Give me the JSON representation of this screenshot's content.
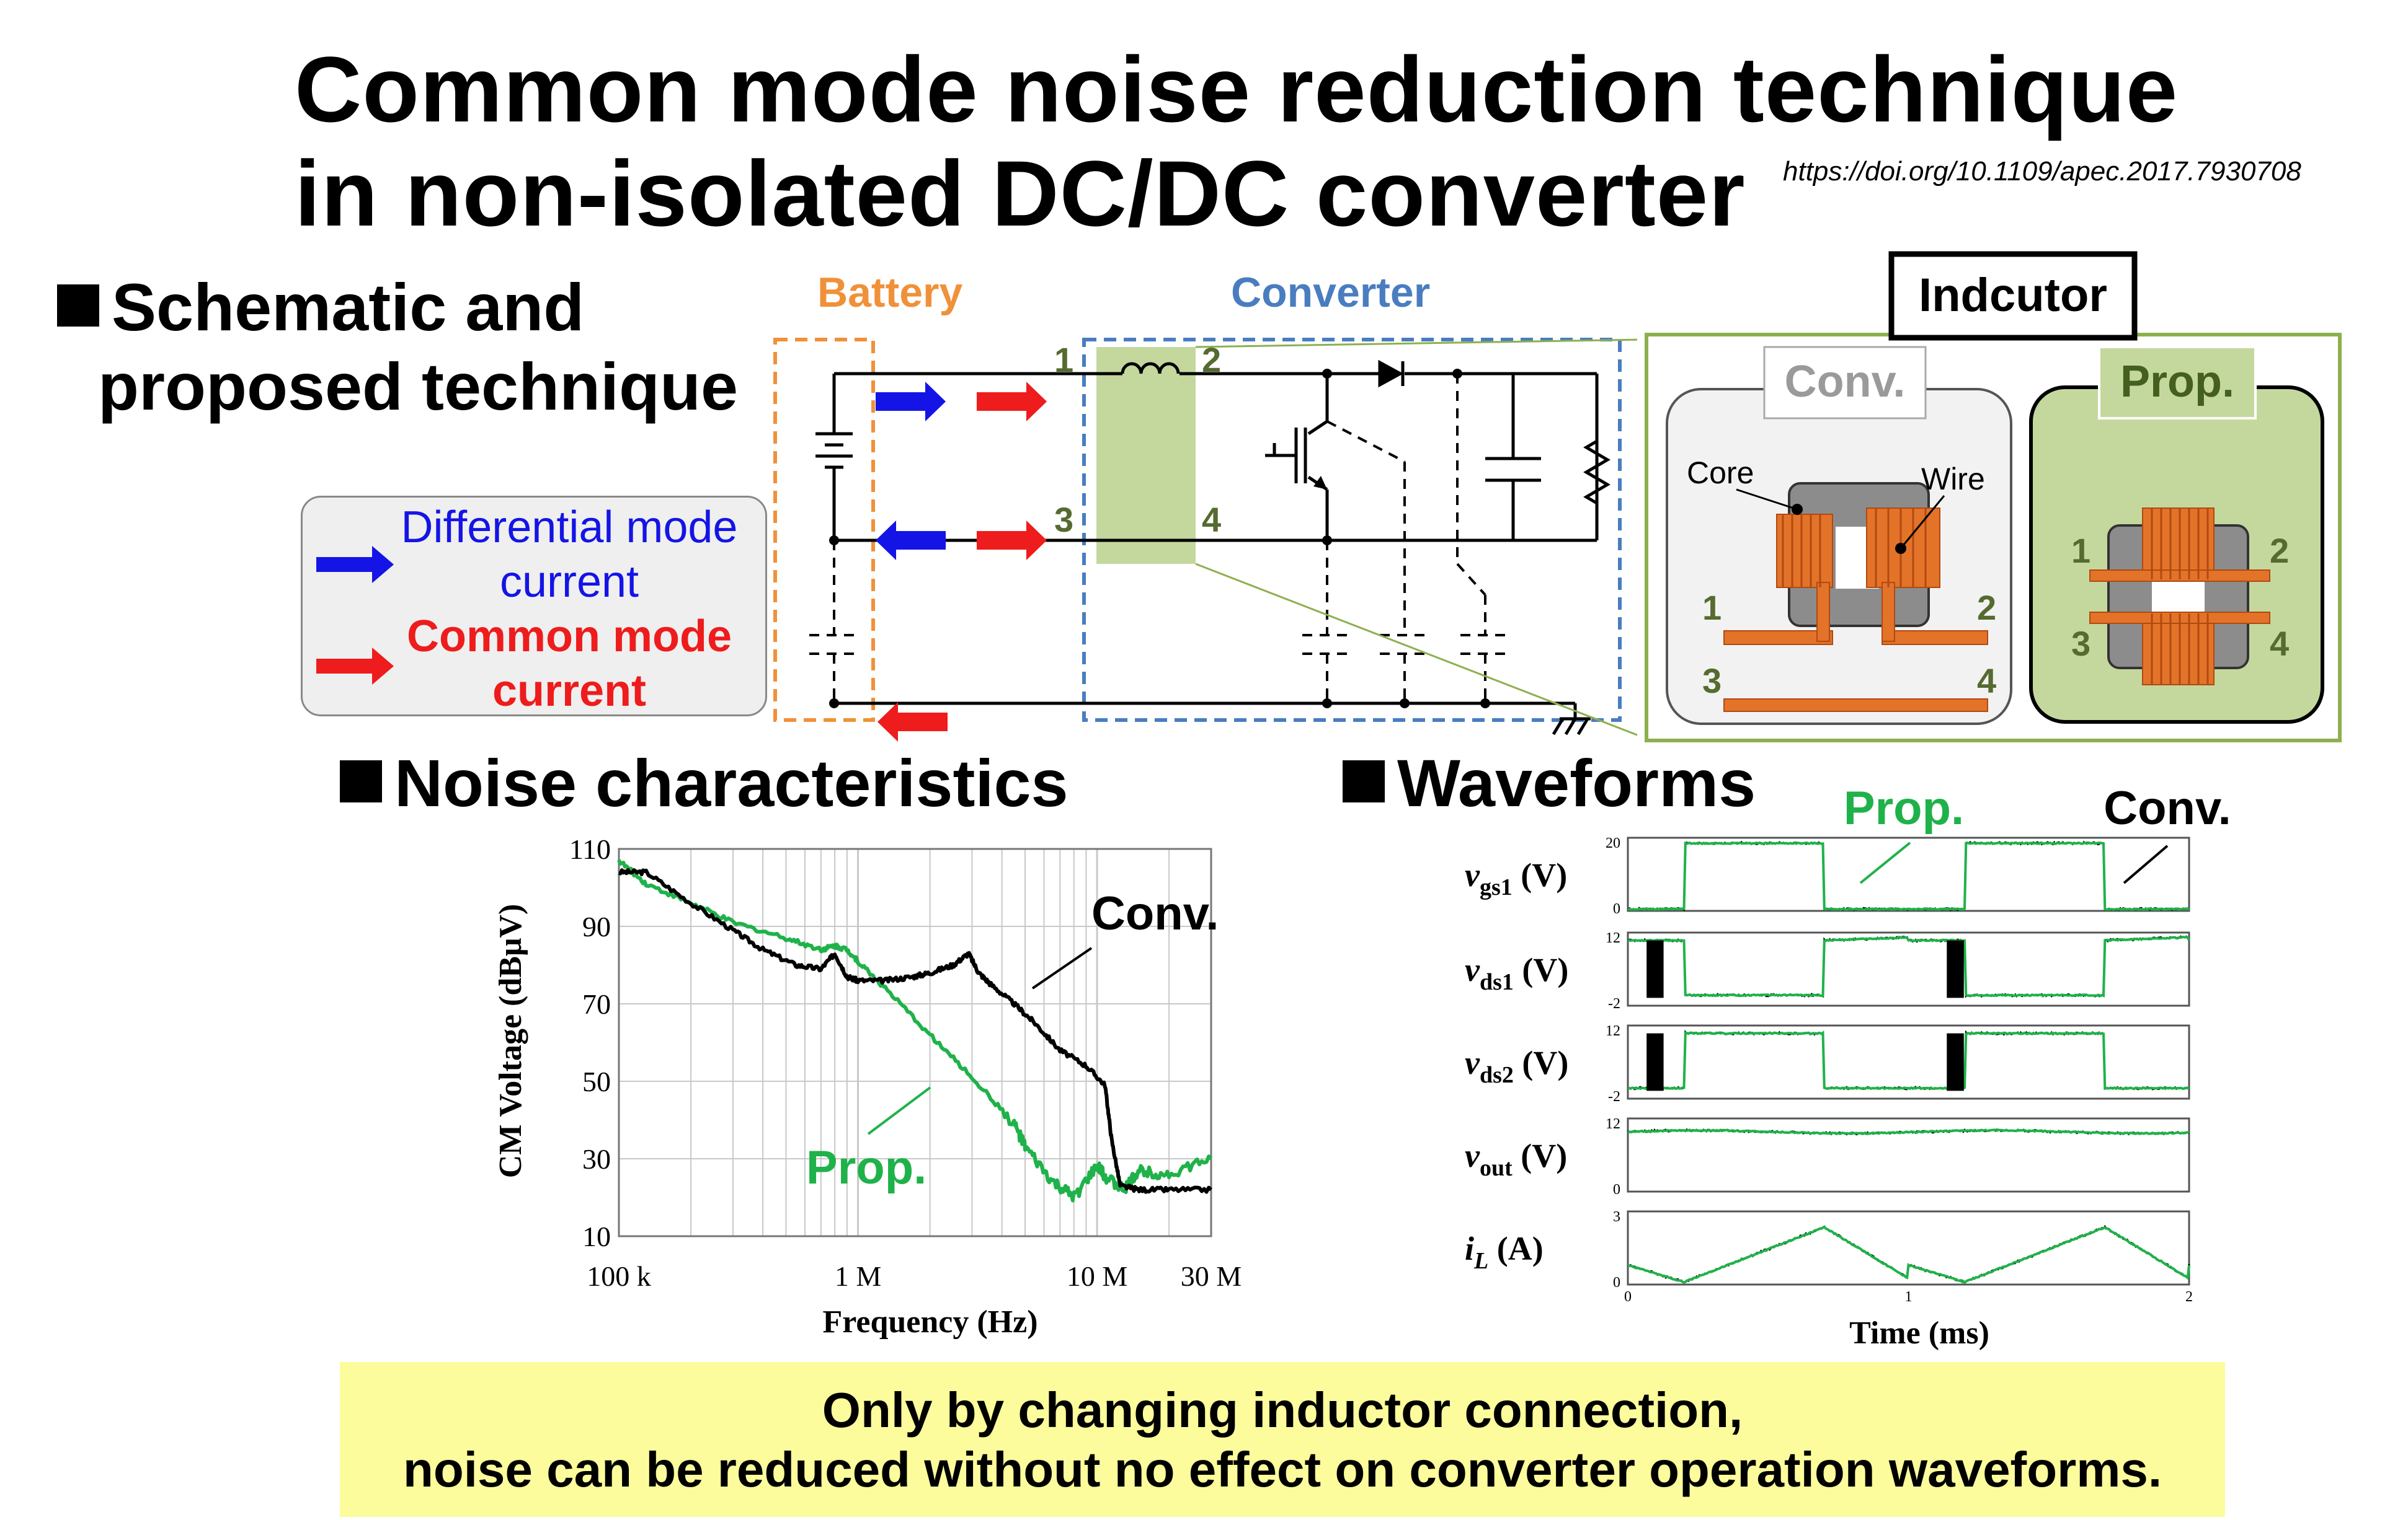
{
  "title": {
    "line1": "Common mode noise reduction technique",
    "line2": "in non-isolated DC/DC converter"
  },
  "doi": "https://doi.org/10.1109/apec.2017.7930708",
  "sections": {
    "schematic_line1": "Schematic and",
    "schematic_line2": "proposed technique",
    "noise": "Noise characteristics",
    "waveforms": "Waveforms"
  },
  "legend": {
    "dm_line1": "Differential mode",
    "dm_line2": "current",
    "cm_line1": "Common mode",
    "cm_line2": "current"
  },
  "schematic": {
    "battery_label": "Battery",
    "converter_label": "Converter",
    "terminals": [
      "1",
      "2",
      "3",
      "4"
    ]
  },
  "inductor_panel": {
    "title": "Indcutor",
    "conv_label": "Conv.",
    "prop_label": "Prop.",
    "core_label": "Core",
    "wire_label": "Wire",
    "terminals": [
      "1",
      "2",
      "3",
      "4"
    ]
  },
  "colors": {
    "blue_arrow": "#1414e6",
    "red_arrow": "#ee1c1c",
    "battery_orange": "#f0913a",
    "converter_blue": "#4a7dc0",
    "inductor_green": "#c4d89e",
    "panel_green": "#8db04e",
    "winding_orange": "#e4732a",
    "prop_curve": "#1fb24a",
    "conv_curve": "#000000",
    "terminal_olive": "#556b2f",
    "footer_yellow": "#fcfc9c"
  },
  "chart_data": [
    {
      "type": "line",
      "title": "",
      "xlabel": "Frequency (Hz)",
      "ylabel": "CM Voltage (dBμV)",
      "xscale": "log",
      "xlim": [
        100000,
        30000000
      ],
      "ylim": [
        10,
        110
      ],
      "xticks": [
        "100 k",
        "1 M",
        "10 M",
        "30 M"
      ],
      "yticks": [
        "10",
        "30",
        "50",
        "70",
        "90",
        "110"
      ],
      "grid": true,
      "series": [
        {
          "name": "Conv.",
          "x": [
            100000,
            130000,
            200000,
            300000,
            400000,
            550000,
            700000,
            800000,
            900000,
            1000000,
            1300000,
            1700000,
            2000000,
            2500000,
            2900000,
            3200000,
            3600000,
            4500000,
            5500000,
            7000000,
            9000000,
            10800000,
            11500000,
            12500000,
            15000000,
            20000000,
            30000000
          ],
          "y": [
            104,
            104,
            96,
            89,
            84,
            80,
            79,
            83,
            77,
            76,
            76,
            77,
            78,
            80,
            83,
            78,
            75,
            70,
            65,
            58,
            54,
            49,
            35,
            23,
            22,
            22,
            22
          ]
        },
        {
          "name": "Prop.",
          "x": [
            100000,
            130000,
            200000,
            300000,
            500000,
            700000,
            800000,
            900000,
            1000000,
            1300000,
            2000000,
            3000000,
            4500000,
            5000000,
            6500000,
            8000000,
            10000000,
            11000000,
            13000000,
            15000000,
            20000000,
            30000000
          ],
          "y": [
            107,
            101,
            96,
            91,
            87,
            84,
            85,
            84,
            81,
            74,
            62,
            51,
            39,
            33,
            24,
            20,
            28,
            25,
            22,
            27,
            26,
            30
          ]
        }
      ],
      "annotations": [
        "Conv.",
        "Prop."
      ]
    },
    {
      "type": "line",
      "title": "",
      "xlabel": "Time (ms)",
      "xlim": [
        0,
        2
      ],
      "xticks": [
        "0",
        "1",
        "2"
      ],
      "legend": [
        "Prop.",
        "Conv."
      ],
      "panels": [
        {
          "label": "v_gs1 (V)",
          "yticks": [
            "20",
            "0"
          ],
          "ylim": [
            0,
            20
          ]
        },
        {
          "label": "v_ds1 (V)",
          "yticks": [
            "12",
            "-2"
          ],
          "ylim": [
            -2,
            12
          ]
        },
        {
          "label": "v_ds2 (V)",
          "yticks": [
            "12",
            "-2"
          ],
          "ylim": [
            -2,
            12
          ]
        },
        {
          "label": "v_out (V)",
          "yticks": [
            "12",
            "0"
          ],
          "ylim": [
            0,
            12
          ]
        },
        {
          "label": "i_L (A)",
          "yticks": [
            "3",
            "0"
          ],
          "ylim": [
            0,
            3
          ]
        }
      ]
    }
  ],
  "footer": {
    "line1": "Only by changing inductor connection,",
    "line2": "noise can be reduced without no effect on converter operation waveforms."
  }
}
